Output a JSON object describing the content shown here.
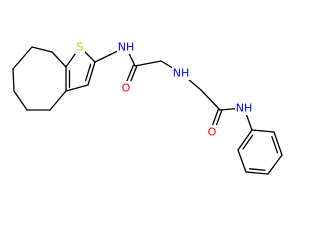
{
  "colors": {
    "bond": "#000000",
    "S": "#c6c600",
    "N": "#0000ff",
    "O": "#ff0000"
  },
  "atoms": [
    {
      "id": "S",
      "element": "S",
      "label": "S"
    },
    {
      "id": "N1",
      "element": "N",
      "label": "NH"
    },
    {
      "id": "O1",
      "element": "O",
      "label": "O"
    },
    {
      "id": "N2",
      "element": "N",
      "label": "NH"
    },
    {
      "id": "O2",
      "element": "O",
      "label": "O"
    },
    {
      "id": "N3",
      "element": "N",
      "label": "NH"
    }
  ]
}
